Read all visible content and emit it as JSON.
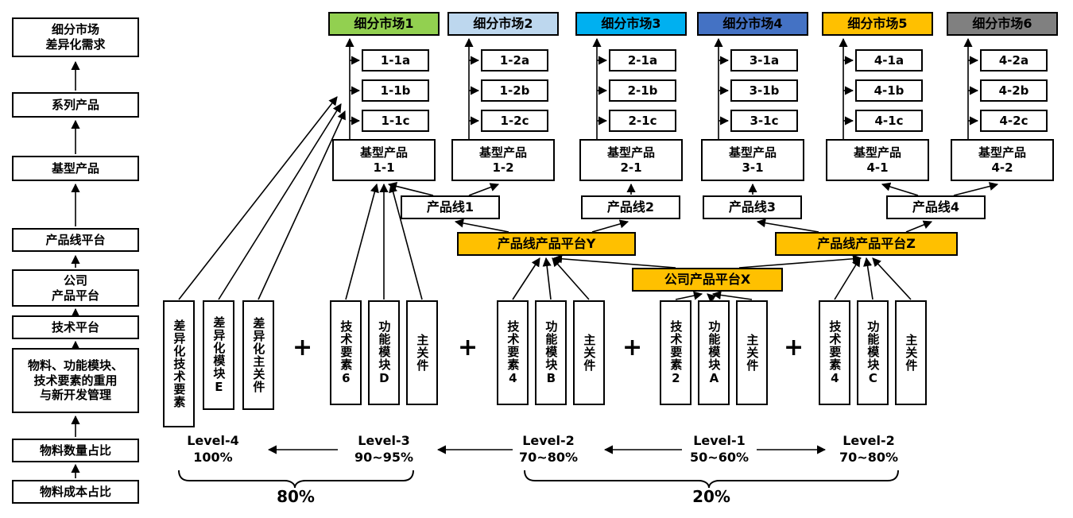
{
  "colors": {
    "platform": "#FFC000",
    "line": "#000000",
    "market1": "#92D050",
    "market2": "#BDD7EE",
    "market3": "#00B0F0",
    "market4": "#4472C4",
    "market5": "#FFC000",
    "market6": "#808080"
  },
  "left_column": [
    "细分市场\n差异化需求",
    "系列产品",
    "基型产品",
    "产品线平台",
    "公司\n产品平台",
    "技术平台",
    "物料、功能模块、\n技术要素的重用\n与新开发管理",
    "物料数量占比",
    "物料成本占比"
  ],
  "markets": [
    {
      "label": "细分市场1",
      "color": "#92D050",
      "variants": [
        "1-1a",
        "1-1b",
        "1-1c"
      ],
      "base_product": "基型产品\n1-1"
    },
    {
      "label": "细分市场2",
      "color": "#BDD7EE",
      "variants": [
        "1-2a",
        "1-2b",
        "1-2c"
      ],
      "base_product": "基型产品\n1-2"
    },
    {
      "label": "细分市场3",
      "color": "#00B0F0",
      "variants": [
        "2-1a",
        "2-1b",
        "2-1c"
      ],
      "base_product": "基型产品\n2-1"
    },
    {
      "label": "细分市场4",
      "color": "#4472C4",
      "variants": [
        "3-1a",
        "3-1b",
        "3-1c"
      ],
      "base_product": "基型产品\n3-1"
    },
    {
      "label": "细分市场5",
      "color": "#FFC000",
      "variants": [
        "4-1a",
        "4-1b",
        "4-1c"
      ],
      "base_product": "基型产品\n4-1"
    },
    {
      "label": "细分市场6",
      "color": "#808080",
      "variants": [
        "4-2a",
        "4-2b",
        "4-2c"
      ],
      "base_product": "基型产品\n4-2"
    }
  ],
  "product_lines": [
    "产品线1",
    "产品线2",
    "产品线3",
    "产品线4"
  ],
  "platforms": {
    "y": "产品线产品平台Y",
    "z": "产品线产品平台Z",
    "x": "公司产品平台X"
  },
  "module_groups": [
    {
      "boxes": [
        "差异化技术要素",
        "差异化模块E",
        "差异化主关件"
      ]
    },
    {
      "boxes": [
        "技术要素6",
        "功能模块D",
        "主关件"
      ]
    },
    {
      "boxes": [
        "技术要素4",
        "功能模块B",
        "主关件"
      ]
    },
    {
      "boxes": [
        "技术要素2",
        "功能模块A",
        "主关件"
      ]
    },
    {
      "boxes": [
        "技术要素4",
        "功能模块C",
        "主关件"
      ]
    }
  ],
  "plus_sign": "+",
  "levels": [
    {
      "name": "Level-4",
      "range": "100%"
    },
    {
      "name": "Level-3",
      "range": "90~95%"
    },
    {
      "name": "Level-2",
      "range": "70~80%"
    },
    {
      "name": "Level-1",
      "range": "50~60%"
    },
    {
      "name": "Level-2",
      "range": "70~80%"
    }
  ],
  "braces": {
    "left_label": "80%",
    "right_label": "20%"
  }
}
